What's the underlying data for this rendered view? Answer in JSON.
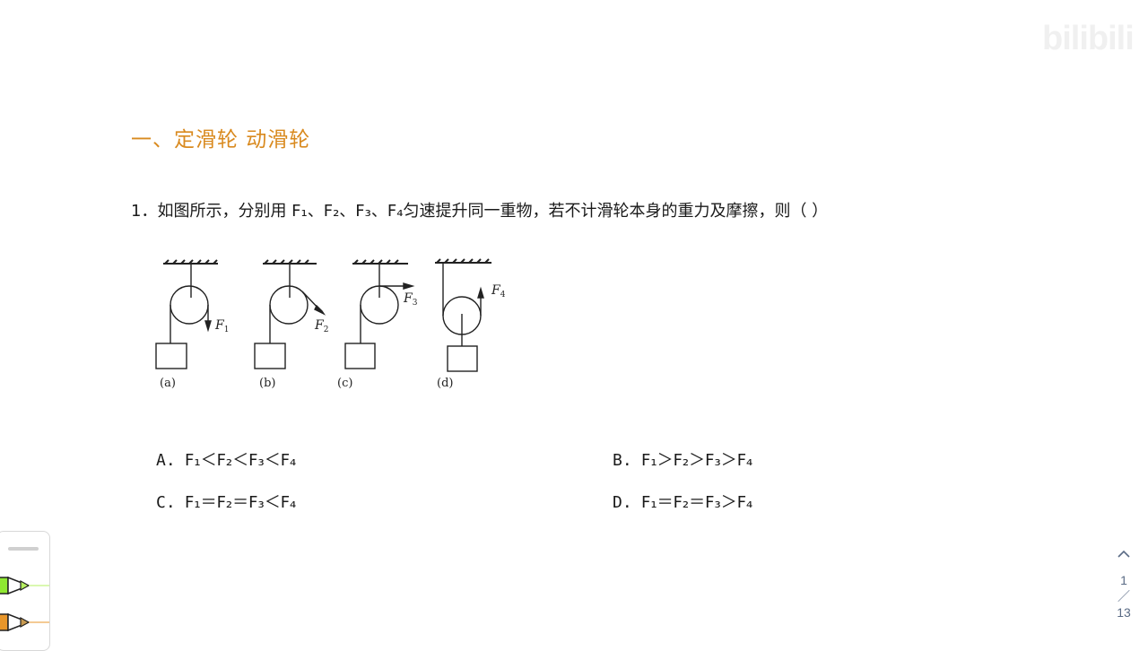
{
  "watermark": "bilibili",
  "section": {
    "title": "一、定滑轮  动滑轮"
  },
  "question": {
    "number": "1．",
    "text_before": "如图所示，分别用 F",
    "forces": [
      "F₁",
      "F₂",
      "F₃",
      "F₄"
    ],
    "full_text": "1．如图所示，分别用 F₁、F₂、F₃、F₄匀速提升同一重物，若不计滑轮本身的重力及摩擦，则（      ）"
  },
  "figure": {
    "labels": [
      "(a)",
      "(b)",
      "(c)",
      "(d)"
    ],
    "force_labels": [
      "F1",
      "F2",
      "F3",
      "F4"
    ]
  },
  "options": [
    {
      "letter": "A.",
      "text": "F₁＜F₂＜F₃＜F₄"
    },
    {
      "letter": "B.",
      "text": "F₁＞F₂＞F₃＞F₄"
    },
    {
      "letter": "C.",
      "text": "F₁＝F₂＝F₃＜F₄"
    },
    {
      "letter": "D.",
      "text": "F₁＝F₂＝F₃＞F₄"
    }
  ],
  "pager": {
    "up_icon": "^",
    "current": "1",
    "separator": "／",
    "total": "13"
  },
  "tools": {
    "pens": [
      {
        "name": "green-highlighter",
        "color": "#8fe832",
        "tip": "#b6f060"
      },
      {
        "name": "orange-highlighter",
        "color": "#e8962a",
        "tip": "#c89a50"
      }
    ]
  }
}
